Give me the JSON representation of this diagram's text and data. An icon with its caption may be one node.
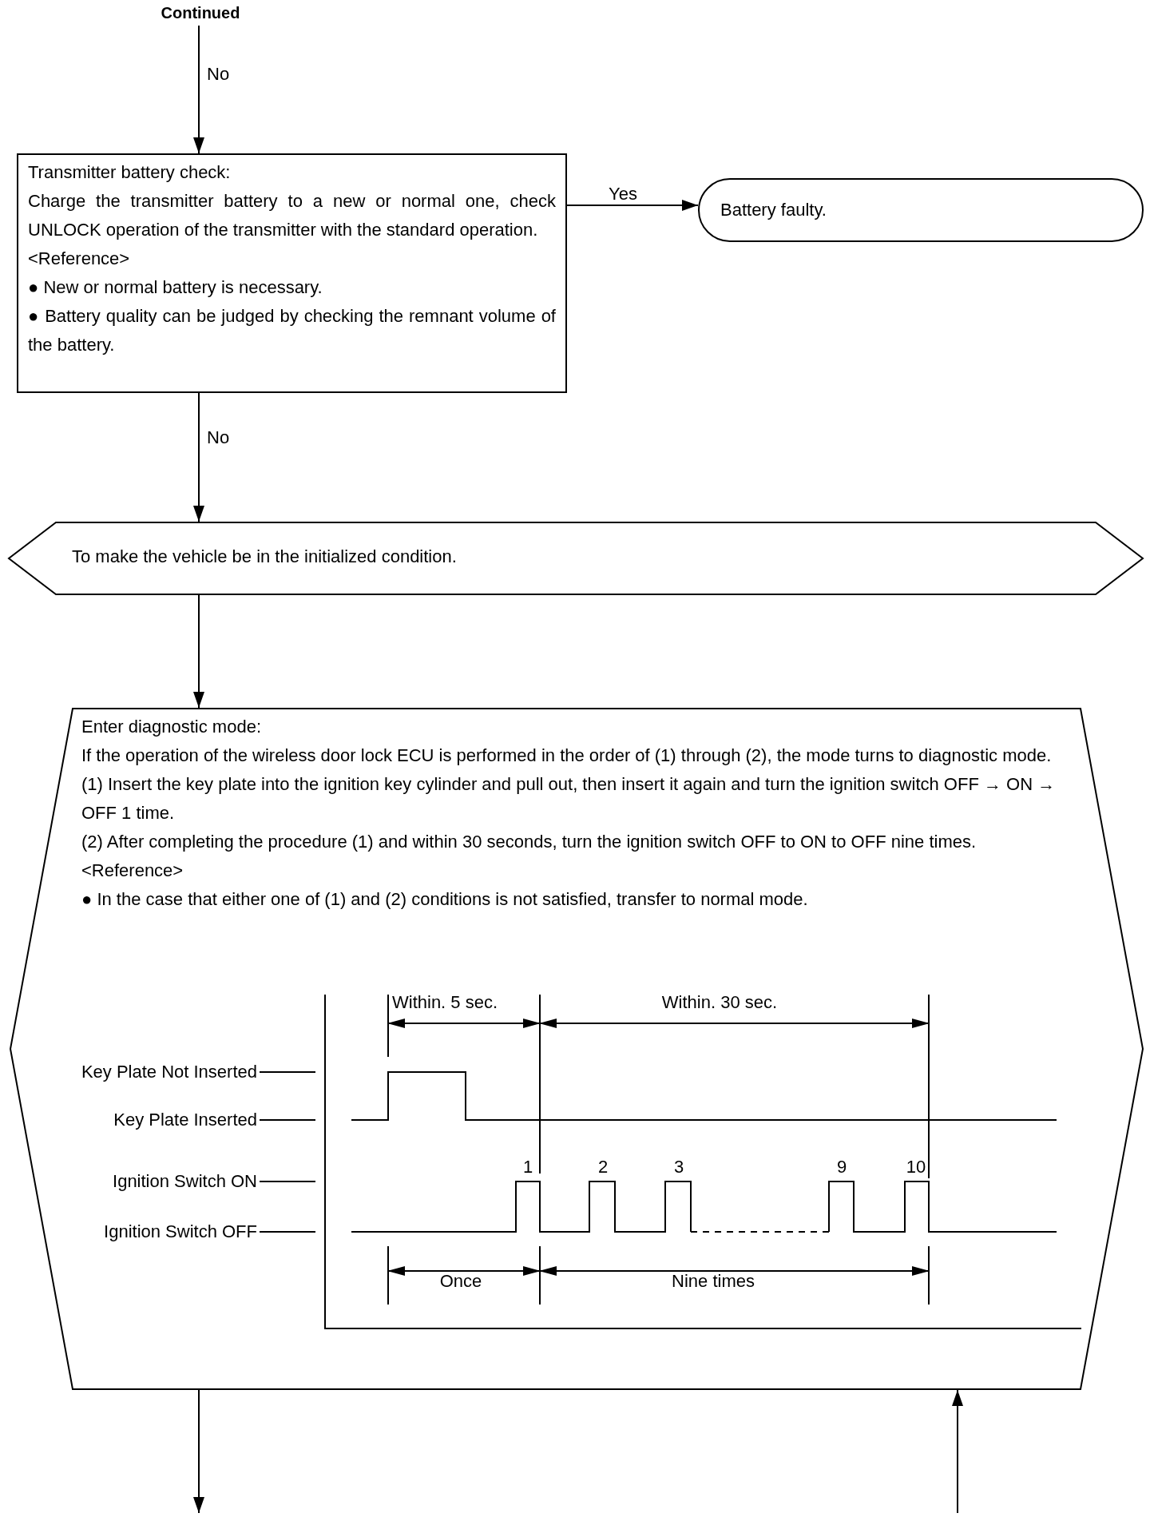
{
  "diagram": {
    "nodes": [
      {
        "text": [
          "Continued"
        ]
      },
      {
        "text": [
          "Transmitter battery check:",
          "Charge the transmitter battery to a new or normal one, check UNLOCK operation of the transmitter with the standard operation.",
          "<Reference>",
          "● New or normal battery is necessary.",
          "● Battery quality can be judged by checking the remnant volume of the battery."
        ]
      },
      {
        "text": [
          "Battery faulty."
        ]
      },
      {
        "text": [
          "To make the vehicle be in the initialized condition."
        ]
      },
      {
        "text": [
          "Enter diagnostic mode:",
          "If the operation of the wireless door lock ECU is performed in the order of (1) through (2), the mode turns to diagnostic mode.",
          "(1) Insert the key plate into the ignition key cylinder and pull out, then insert it again and turn the ignition switch OFF → ON → OFF 1 time.",
          "(2) After completing the procedure (1) and within 30 seconds, turn the ignition switch OFF to ON to OFF nine times.",
          "<Reference>",
          "● In the case that either one of (1) and (2) conditions is not satisfied, transfer to normal mode."
        ]
      }
    ],
    "edges": [
      {
        "from": 0,
        "to": 1,
        "arrow": "to",
        "label": "No"
      },
      {
        "from": 1,
        "to": 2,
        "arrow": "to",
        "label": "Yes"
      },
      {
        "from": 1,
        "to": 3,
        "arrow": "to",
        "label": "No"
      },
      {
        "from": 3,
        "to": 4,
        "arrow": "to"
      },
      {
        "from": 4,
        "to": null,
        "arrow": "to"
      },
      {
        "from": null,
        "to": 4,
        "arrow": "to"
      }
    ],
    "labels": [
      "Within. 5 sec.",
      "Within. 30 sec.",
      "Key Plate Not Inserted",
      "Key Plate Inserted",
      "1",
      "2",
      "3",
      "9",
      "10",
      "Ignition Switch ON",
      "Ignition Switch OFF",
      "Once",
      "Nine times"
    ]
  }
}
